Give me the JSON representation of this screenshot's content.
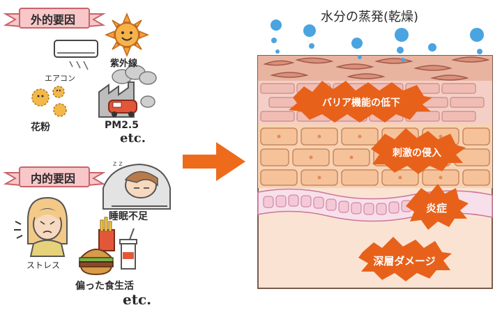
{
  "external": {
    "banner": "外的要因",
    "uv": "紫外線",
    "aircon": "エアコン",
    "pollen": "花粉",
    "pm": "PM2.5",
    "etc": "etc."
  },
  "internal": {
    "banner": "内的要因",
    "sleep": "睡眠不足",
    "stress": "ストレス",
    "diet": "偏った食生活",
    "etc": "etc."
  },
  "skin": {
    "title": "水分の蒸発(乾燥)",
    "barrier": "バリア機能の低下",
    "irritant": "刺激の侵入",
    "inflammation": "炎症",
    "damage": "深層ダメージ"
  },
  "colors": {
    "banner_fill": "#f7c7c9",
    "banner_stroke": "#c9646b",
    "arrow": "#ee6b1b",
    "burst": "#e8611a",
    "droplet": "#4aa4e0",
    "skin_top": "#d99b8a",
    "skin_mid": "#f6c6b0",
    "skin_deep": "#fbe3d3",
    "cell_pink": "#f4c9d6"
  }
}
